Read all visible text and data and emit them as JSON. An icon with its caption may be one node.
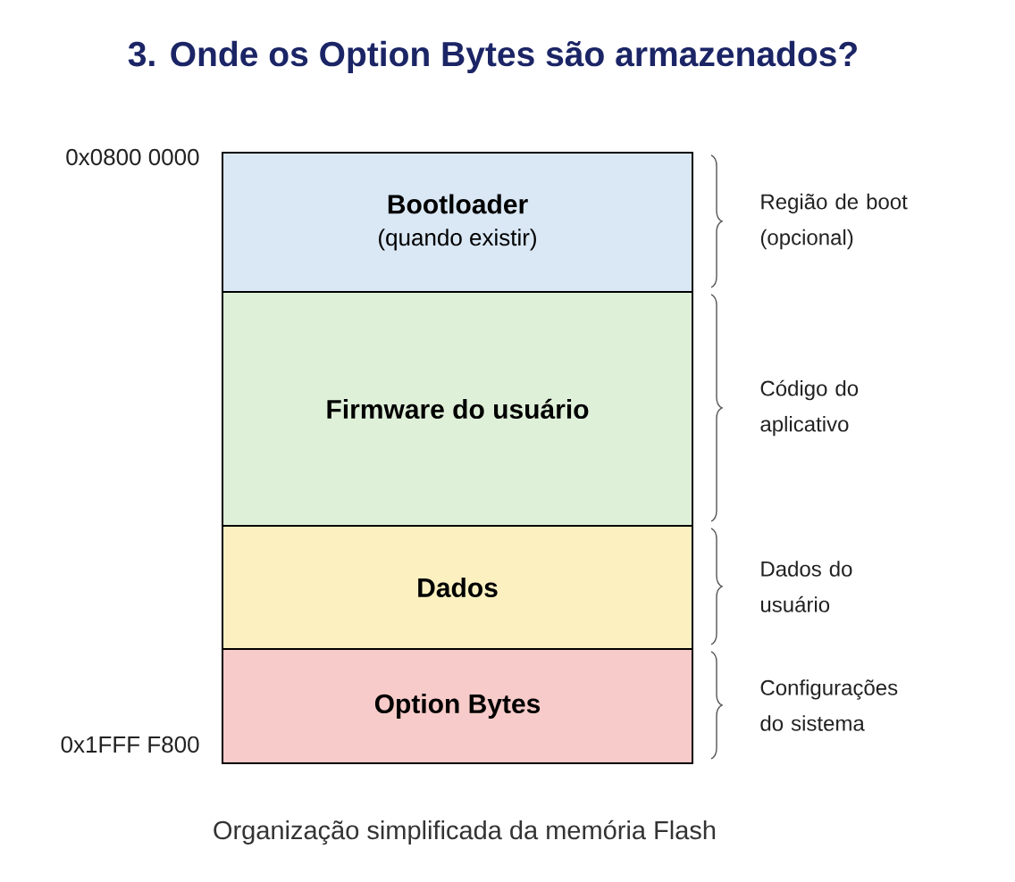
{
  "diagram": {
    "title": "3. Onde os Option Bytes são armazenados?",
    "caption": "Organização simplificada da memória Flash",
    "nodes": [
      {
        "text": [
          "Bootloader",
          "(quando existir)"
        ],
        "beside": [
          "Região de boot (opcional)"
        ]
      },
      {
        "text": [
          "Firmware do usuário"
        ],
        "beside": [
          "Código do aplicativo"
        ]
      },
      {
        "text": [
          "Dados"
        ],
        "beside": [
          "Dados do usuário"
        ]
      },
      {
        "text": [
          "Option Bytes"
        ],
        "beside": [
          "Configurações do sistema"
        ]
      }
    ],
    "labels": [
      "0x0800 0000",
      "0x1FFF F800"
    ]
  }
}
